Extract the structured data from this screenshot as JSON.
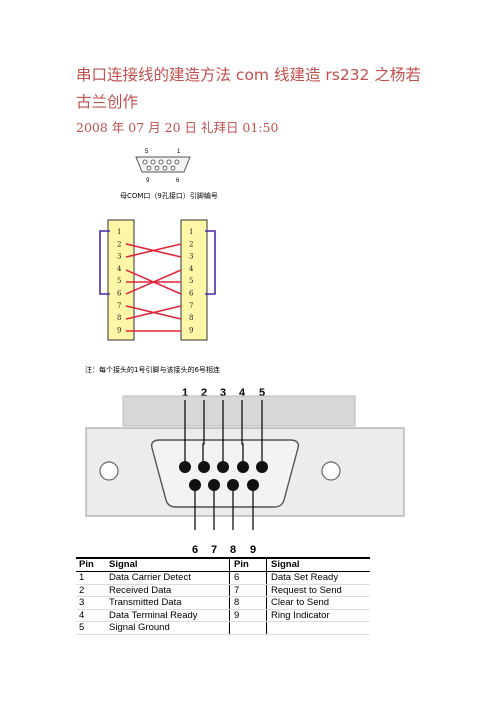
{
  "header": {
    "title": "串口连接线的建造方法 com 线建造 rs232 之杨若古兰创作",
    "date": "2008 年 07 月 20 日 礼拜日 01:50"
  },
  "figure1": {
    "pin_top_left": "5",
    "pin_top_right": "1",
    "pin_bottom_left": "9",
    "pin_bottom_right": "6",
    "caption": "母COM口（9孔接口）引脚编号"
  },
  "figure2": {
    "left_pins": [
      "1",
      "2",
      "3",
      "4",
      "5",
      "6",
      "7",
      "8",
      "9"
    ],
    "right_pins": [
      "1",
      "2",
      "3",
      "4",
      "5",
      "6",
      "7",
      "8",
      "9"
    ],
    "note": "注：每个接头的1号引脚与该接头的6号相连"
  },
  "figure3": {
    "top_numbers": [
      "1",
      "2",
      "3",
      "4",
      "5"
    ],
    "bottom_numbers": [
      "6",
      "7",
      "8",
      "9"
    ]
  },
  "table": {
    "headers": [
      "Pin",
      "Signal",
      "Pin",
      "Signal"
    ],
    "rows": [
      [
        "1",
        "Data Carrier Detect",
        "6",
        "Data Set Ready"
      ],
      [
        "2",
        "Received Data",
        "7",
        "Request to Send"
      ],
      [
        "3",
        "Transmitted Data",
        "8",
        "Clear to Send"
      ],
      [
        "4",
        "Data  Terminal Ready",
        "9",
        "Ring Indicator"
      ],
      [
        "5",
        "Signal Ground",
        "",
        ""
      ]
    ]
  }
}
